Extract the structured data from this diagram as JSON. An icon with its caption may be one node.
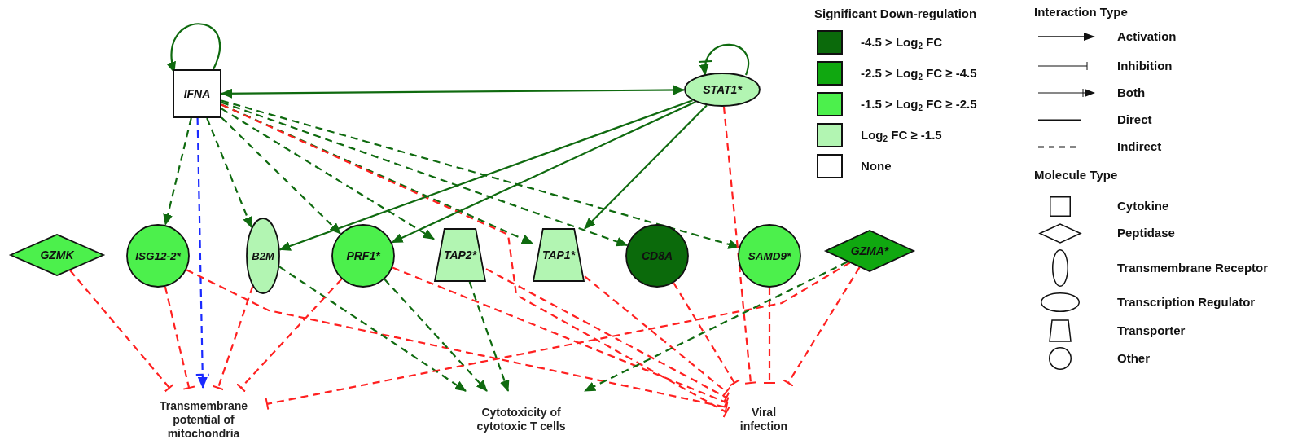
{
  "diagram": {
    "nodes": [
      {
        "text": [
          "IFNA"
        ]
      },
      {
        "text": [
          "STAT1*"
        ]
      },
      {
        "text": [
          "GZMK"
        ]
      },
      {
        "text": [
          "ISG12-2*"
        ]
      },
      {
        "text": [
          "B2M"
        ]
      },
      {
        "text": [
          "PRF1*"
        ]
      },
      {
        "text": [
          "TAP2*"
        ]
      },
      {
        "text": [
          "TAP1*"
        ]
      },
      {
        "text": [
          "CD8A"
        ]
      },
      {
        "text": [
          "SAMD9*"
        ]
      },
      {
        "text": [
          "GZMA*"
        ]
      },
      {
        "text": [
          "Transmembrane potential of mitochondria"
        ]
      },
      {
        "text": [
          "Cytotoxicity of cytotoxic T cells"
        ]
      },
      {
        "text": [
          "Viral infection"
        ]
      }
    ],
    "edges": [
      {
        "from": 0,
        "to": 0,
        "arrow": "to"
      },
      {
        "from": 1,
        "to": 1,
        "arrow": "to"
      },
      {
        "from": 0,
        "to": 1,
        "arrow": "both"
      },
      {
        "from": 0,
        "to": 3,
        "arrow": "to",
        "style": "dashed"
      },
      {
        "from": 0,
        "to": 11,
        "arrow": "to",
        "style": "dashed",
        "color": "#1a2aff"
      },
      {
        "from": 0,
        "to": 4,
        "arrow": "to",
        "style": "dashed"
      },
      {
        "from": 0,
        "to": 5,
        "arrow": "to",
        "style": "dashed"
      },
      {
        "from": 0,
        "to": 6,
        "arrow": "to",
        "style": "dashed"
      },
      {
        "from": 0,
        "to": 7,
        "arrow": "to",
        "style": "dashed"
      },
      {
        "from": 0,
        "to": 8,
        "arrow": "to",
        "style": "dashed"
      },
      {
        "from": 0,
        "to": 9,
        "arrow": "to",
        "style": "dashed"
      },
      {
        "from": 0,
        "to": 13,
        "arrow": "other",
        "style": "dashed",
        "color": "#ff2020"
      },
      {
        "from": 1,
        "to": 4,
        "arrow": "to"
      },
      {
        "from": 1,
        "to": 5,
        "arrow": "to"
      },
      {
        "from": 1,
        "to": 7,
        "arrow": "to"
      },
      {
        "from": 1,
        "to": 13,
        "arrow": "other",
        "style": "dashed",
        "color": "#ff2020"
      },
      {
        "from": 2,
        "to": 11,
        "arrow": "other",
        "style": "dashed",
        "color": "#ff2020"
      },
      {
        "from": 3,
        "to": 11,
        "arrow": "other",
        "style": "dashed",
        "color": "#ff2020"
      },
      {
        "from": 3,
        "to": 13,
        "arrow": "other",
        "style": "dashed",
        "color": "#ff2020"
      },
      {
        "from": 4,
        "to": 11,
        "arrow": "other",
        "style": "dashed",
        "color": "#ff2020"
      },
      {
        "from": 4,
        "to": 12,
        "arrow": "to",
        "style": "dashed"
      },
      {
        "from": 5,
        "to": 11,
        "arrow": "other",
        "style": "dashed",
        "color": "#ff2020"
      },
      {
        "from": 5,
        "to": 12,
        "arrow": "to",
        "style": "dashed"
      },
      {
        "from": 5,
        "to": 13,
        "arrow": "other",
        "style": "dashed",
        "color": "#ff2020"
      },
      {
        "from": 6,
        "to": 12,
        "arrow": "to",
        "style": "dashed"
      },
      {
        "from": 6,
        "to": 13,
        "arrow": "other",
        "style": "dashed",
        "color": "#ff2020"
      },
      {
        "from": 7,
        "to": 13,
        "arrow": "other",
        "style": "dashed",
        "color": "#ff2020"
      },
      {
        "from": 8,
        "to": 13,
        "arrow": "other",
        "style": "dashed",
        "color": "#ff2020"
      },
      {
        "from": 9,
        "to": 13,
        "arrow": "other",
        "style": "dashed",
        "color": "#ff2020"
      },
      {
        "from": 10,
        "to": 11,
        "arrow": "other",
        "style": "dashed",
        "color": "#ff2020"
      },
      {
        "from": 10,
        "to": 12,
        "arrow": "to",
        "style": "dashed"
      },
      {
        "from": 10,
        "to": 13,
        "arrow": "other",
        "style": "dashed",
        "color": "#ff2020"
      }
    ],
    "labels": [
      "Significant Down-regulation",
      "Interaction Type",
      "Molecule Type"
    ],
    "legend": [
      {
        "text": "-4.5 > Log$_{2}$ FC",
        "color": "#0b6a0b"
      },
      {
        "text": "-2.5 > Log$_{2}$ FC ≥ -4.5",
        "color": "#10a810"
      },
      {
        "text": "-1.5 > Log$_{2}$ FC ≥ -2.5",
        "color": "#4cf04c"
      },
      {
        "text": "Log$_{2}$ FC ≥ -1.5",
        "color": "#b2f5b2"
      },
      {
        "text": "None",
        "color": "#ffffff"
      },
      {
        "text": "Activation"
      },
      {
        "text": "Inhibition"
      },
      {
        "text": "Both"
      },
      {
        "text": "Direct"
      },
      {
        "text": "Indirect"
      },
      {
        "text": "Cytokine"
      },
      {
        "text": "Peptidase"
      },
      {
        "text": "Transmembrane Receptor"
      },
      {
        "text": "Transcription Regulator"
      },
      {
        "text": "Transporter"
      },
      {
        "text": "Other"
      }
    ]
  }
}
